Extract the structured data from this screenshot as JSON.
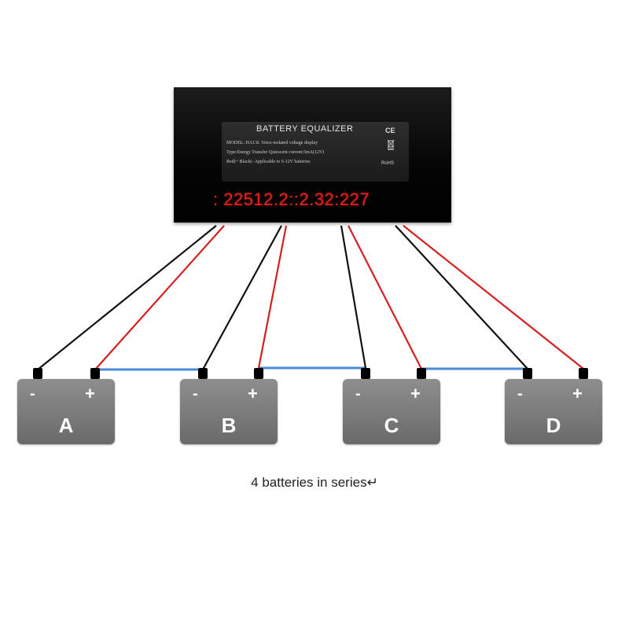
{
  "equalizer": {
    "title": "BATTERY EQUALIZER",
    "line1": "MODEL: HA13L  Voice-isolated voltage display",
    "line2": "Type:Energy Transfer  Quiescent current:5mA(12V)",
    "line3": "Red(+  Black(-      Applicable to 6-12V batteries",
    "ce": "CE",
    "rohs": "RoHS",
    "readout": ": 22512.2::2.32:227"
  },
  "batteries": [
    {
      "label": "A",
      "minus": "-",
      "plus": "+"
    },
    {
      "label": "B",
      "minus": "-",
      "plus": "+"
    },
    {
      "label": "C",
      "minus": "-",
      "plus": "+"
    },
    {
      "label": "D",
      "minus": "-",
      "plus": "+"
    }
  ],
  "caption": "4 batteries in series↵",
  "colors": {
    "positive_wire": "#d42020",
    "negative_wire": "#111111",
    "series_link": "#4a8ad6",
    "readout": "#e3241b"
  }
}
